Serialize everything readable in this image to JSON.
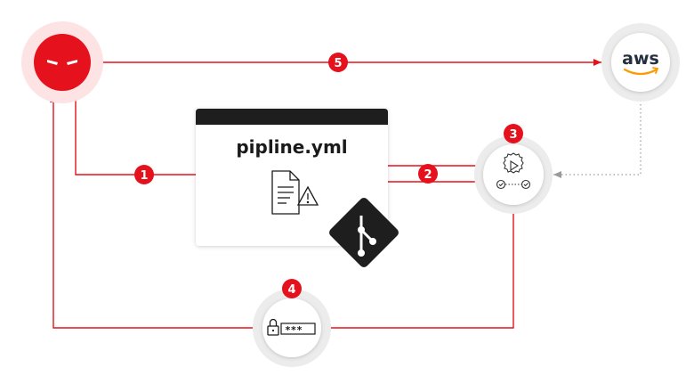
{
  "document": {
    "title": "pipline.yml"
  },
  "aws": {
    "label": "aws"
  },
  "secret": {
    "masked": "***"
  },
  "steps": [
    {
      "number": "1"
    },
    {
      "number": "2"
    },
    {
      "number": "3"
    },
    {
      "number": "4"
    },
    {
      "number": "5"
    }
  ],
  "colors": {
    "accent": "#e5121d",
    "attacker_face": "#e5121d",
    "halo_red": "#fde3e4",
    "halo_gray": "#ececec",
    "doc_header": "#1e1e1e",
    "git_logo": "#1e1e1e",
    "aws_smile": "#ff9900",
    "dotted_line": "#9a9a9a"
  },
  "icons": {
    "attacker": "attacker-face-icon",
    "aws": "aws-logo-icon",
    "runner": "pipeline-runner-icon",
    "file": "file-warning-icon",
    "git": "git-logo-icon",
    "secret": "lock-password-icon"
  }
}
